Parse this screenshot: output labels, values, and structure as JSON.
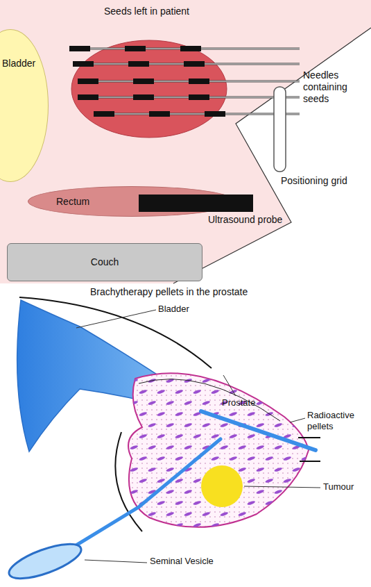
{
  "diagram": {
    "nodes": [
      {
        "text": [
          "Bladder"
        ]
      },
      {
        "text": [
          "Rectum"
        ]
      },
      {
        "text": [
          "Couch"
        ]
      }
    ],
    "labels": [
      "Seeds left in patient",
      "Needles containing seeds",
      "Positioning grid",
      "Ultrasound probe",
      "Brachytherapy pellets in the prostate",
      "Bladder",
      "Prostate",
      "Radioactive pellets",
      "Tumour",
      "Seminal Vesicle"
    ]
  }
}
